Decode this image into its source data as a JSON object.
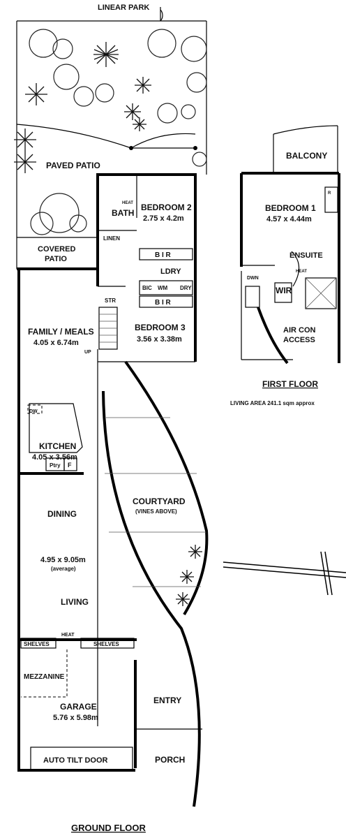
{
  "labels": {
    "linear_park": "LINEAR PARK",
    "paved_patio": "PAVED PATIO",
    "covered_patio_1": "COVERED",
    "covered_patio_2": "PATIO",
    "bath": "BATH",
    "heat": "HEAT",
    "linen": "LINEN",
    "bedroom2": "BEDROOM 2",
    "bedroom2_size": "2.75 x 4.2m",
    "bir": "B I R",
    "ldry": "LDRY",
    "bic": "BIC",
    "wm": "WM",
    "dry": "DRY",
    "str": "STR",
    "up": "UP",
    "bedroom3": "BEDROOM 3",
    "bedroom3_size": "3.56 x 3.38m",
    "family_meals": "FAMILY / MEALS",
    "family_size": "4.05 x 6.74m",
    "dw": "DW",
    "kitchen": "KITCHEN",
    "kitchen_size": "4.05 x 3.56m",
    "ptry": "Ptry",
    "f": "F",
    "courtyard": "COURTYARD",
    "vines_above": "(VINES ABOVE)",
    "dining": "DINING",
    "living_size": "4.95 x 9.05m",
    "average": "(average)",
    "living": "LIVING",
    "shelves": "SHELVES",
    "mezzanine": "MEZZANINE",
    "garage": "GARAGE",
    "garage_size": "5.76 x 5.98m",
    "auto_tilt_door": "AUTO TILT DOOR",
    "entry": "ENTRY",
    "porch": "PORCH",
    "ground_floor": "GROUND FLOOR",
    "balcony": "BALCONY",
    "bedroom1": "BEDROOM 1",
    "bedroom1_size": "4.57 x 4.44m",
    "rcac": "R C A C",
    "ensuite": "ENSUITE",
    "dwn": "DWN",
    "wir": "WIR",
    "air_con_1": "AIR CON",
    "air_con_2": "ACCESS",
    "first_floor": "FIRST FLOOR",
    "living_area": "LIVING AREA 241.1 sqm approx"
  },
  "colors": {
    "wall": "#000000",
    "foliage": "#222222",
    "background": "#ffffff"
  },
  "icons": {
    "north": "north-arrow-icon",
    "tree": "tree-icon",
    "palm": "palm-icon"
  }
}
